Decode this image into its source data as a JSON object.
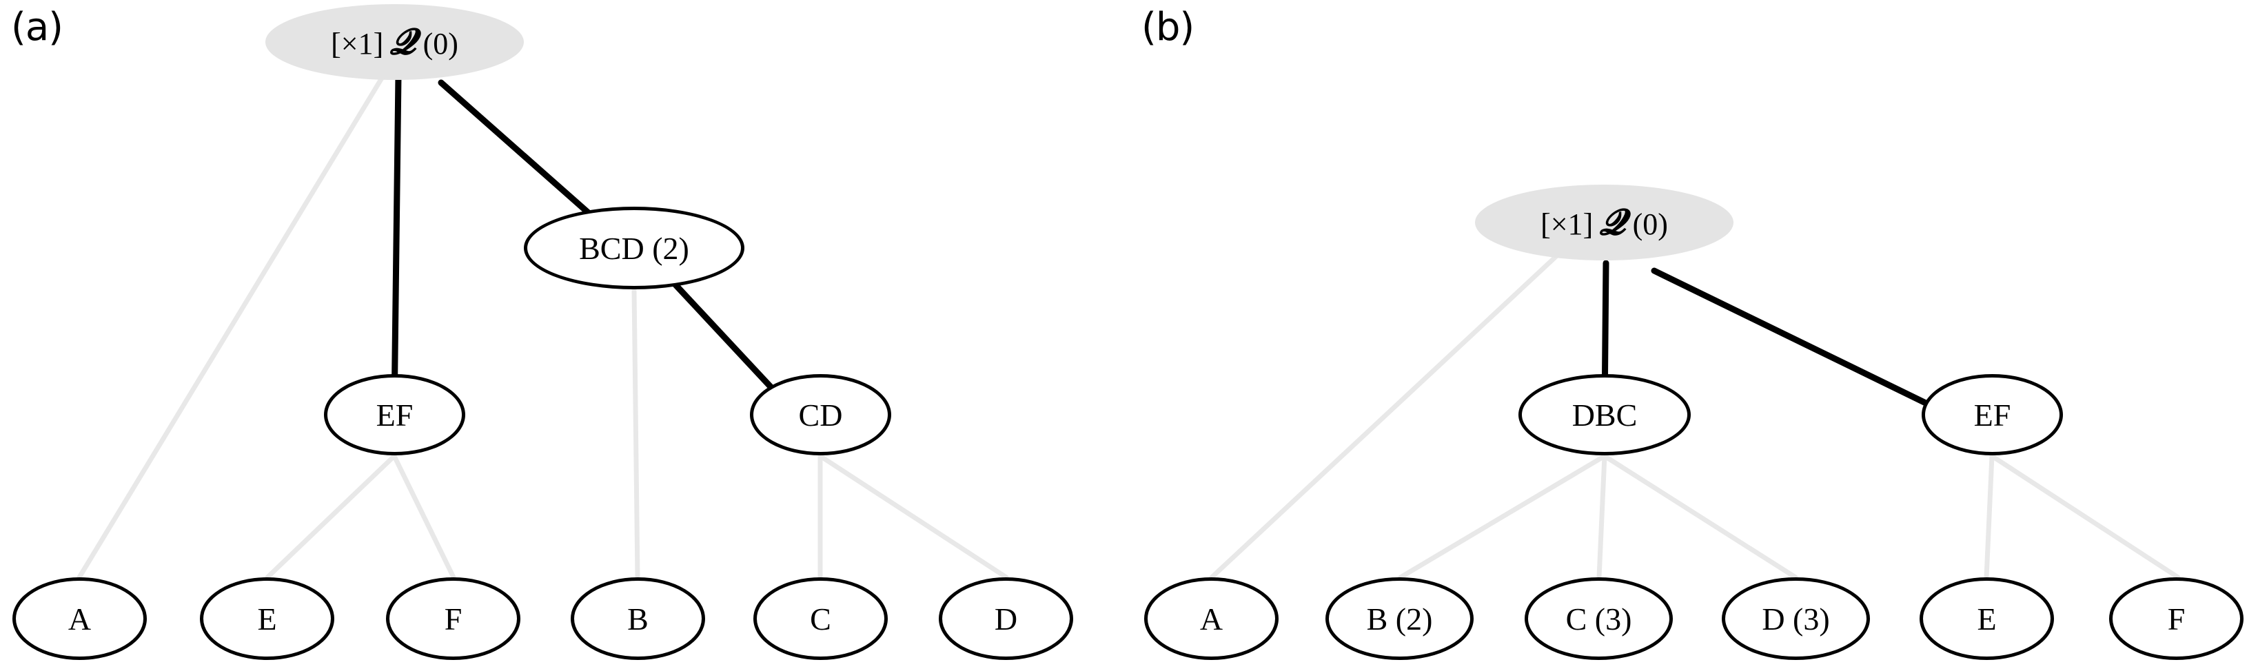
{
  "figure": {
    "type": "diagram",
    "kind": "hierarchy-tree-pair",
    "background_color": "#ffffff",
    "root_fill_color": "#e4e4e4",
    "active_edge_color": "#000000",
    "inactive_edge_color": "#e8e8e8",
    "node_stroke_color": "#000000"
  },
  "panels": [
    {
      "label": "(a)",
      "nodes": {
        "root": {
          "prefix": "[×1]",
          "symbol": "ᵪ",
          "suffix": "(0)",
          "full": "[×1] 𝒳 (0)"
        },
        "bcd": {
          "label": "BCD (2)"
        },
        "ef": {
          "label": "EF"
        },
        "cd": {
          "label": "CD"
        },
        "leaf_a": {
          "label": "A"
        },
        "leaf_e": {
          "label": "E"
        },
        "leaf_f": {
          "label": "F"
        },
        "leaf_b": {
          "label": "B"
        },
        "leaf_c": {
          "label": "C"
        },
        "leaf_d": {
          "label": "D"
        }
      },
      "edges": [
        {
          "from": "root",
          "to": "leaf_a",
          "style": "inactive"
        },
        {
          "from": "root",
          "to": "ef",
          "style": "active"
        },
        {
          "from": "root",
          "to": "bcd",
          "style": "active"
        },
        {
          "from": "bcd",
          "to": "leaf_b",
          "style": "inactive"
        },
        {
          "from": "bcd",
          "to": "cd",
          "style": "active"
        },
        {
          "from": "ef",
          "to": "leaf_e",
          "style": "inactive"
        },
        {
          "from": "ef",
          "to": "leaf_f",
          "style": "inactive"
        },
        {
          "from": "cd",
          "to": "leaf_c",
          "style": "inactive"
        },
        {
          "from": "cd",
          "to": "leaf_d",
          "style": "inactive"
        }
      ]
    },
    {
      "label": "(b)",
      "nodes": {
        "root": {
          "prefix": "[×1]",
          "symbol": "ᵪ",
          "suffix": "(0)",
          "full": "[×1] 𝒳 (0)"
        },
        "dbc": {
          "label": "DBC"
        },
        "ef": {
          "label": "EF"
        },
        "leaf_a": {
          "label": "A"
        },
        "leaf_b": {
          "label": "B (2)"
        },
        "leaf_c": {
          "label": "C (3)"
        },
        "leaf_d": {
          "label": "D (3)"
        },
        "leaf_e": {
          "label": "E"
        },
        "leaf_f": {
          "label": "F"
        }
      },
      "edges": [
        {
          "from": "root",
          "to": "leaf_a",
          "style": "inactive"
        },
        {
          "from": "root",
          "to": "dbc",
          "style": "active"
        },
        {
          "from": "root",
          "to": "ef",
          "style": "active"
        },
        {
          "from": "dbc",
          "to": "leaf_b",
          "style": "inactive"
        },
        {
          "from": "dbc",
          "to": "leaf_c",
          "style": "inactive"
        },
        {
          "from": "dbc",
          "to": "leaf_d",
          "style": "inactive"
        },
        {
          "from": "ef",
          "to": "leaf_e",
          "style": "inactive"
        },
        {
          "from": "ef",
          "to": "leaf_f",
          "style": "inactive"
        }
      ]
    }
  ]
}
